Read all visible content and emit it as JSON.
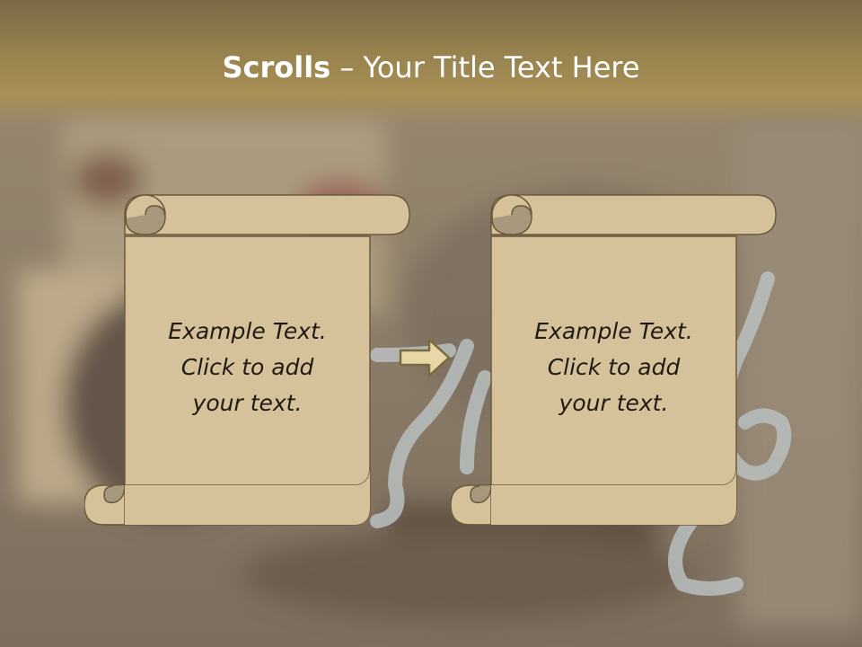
{
  "slide": {
    "title_bold": "Scrolls",
    "title_rest": " – Your Title Text Here"
  },
  "scrolls": [
    {
      "line1": "Example  Text.",
      "line2": "Click  to add",
      "line3": "your text."
    },
    {
      "line1": "Example  Text.",
      "line2": "Click  to add",
      "line3": "your text."
    }
  ],
  "colors": {
    "title_bar": "#96824e",
    "parchment": "#d6c29a",
    "parchment_shadow": "#a8987e",
    "outline": "#6b5a3a",
    "arrow_fill": "#e8d8a8"
  },
  "icons": {
    "arrow": "right-arrow-icon"
  }
}
